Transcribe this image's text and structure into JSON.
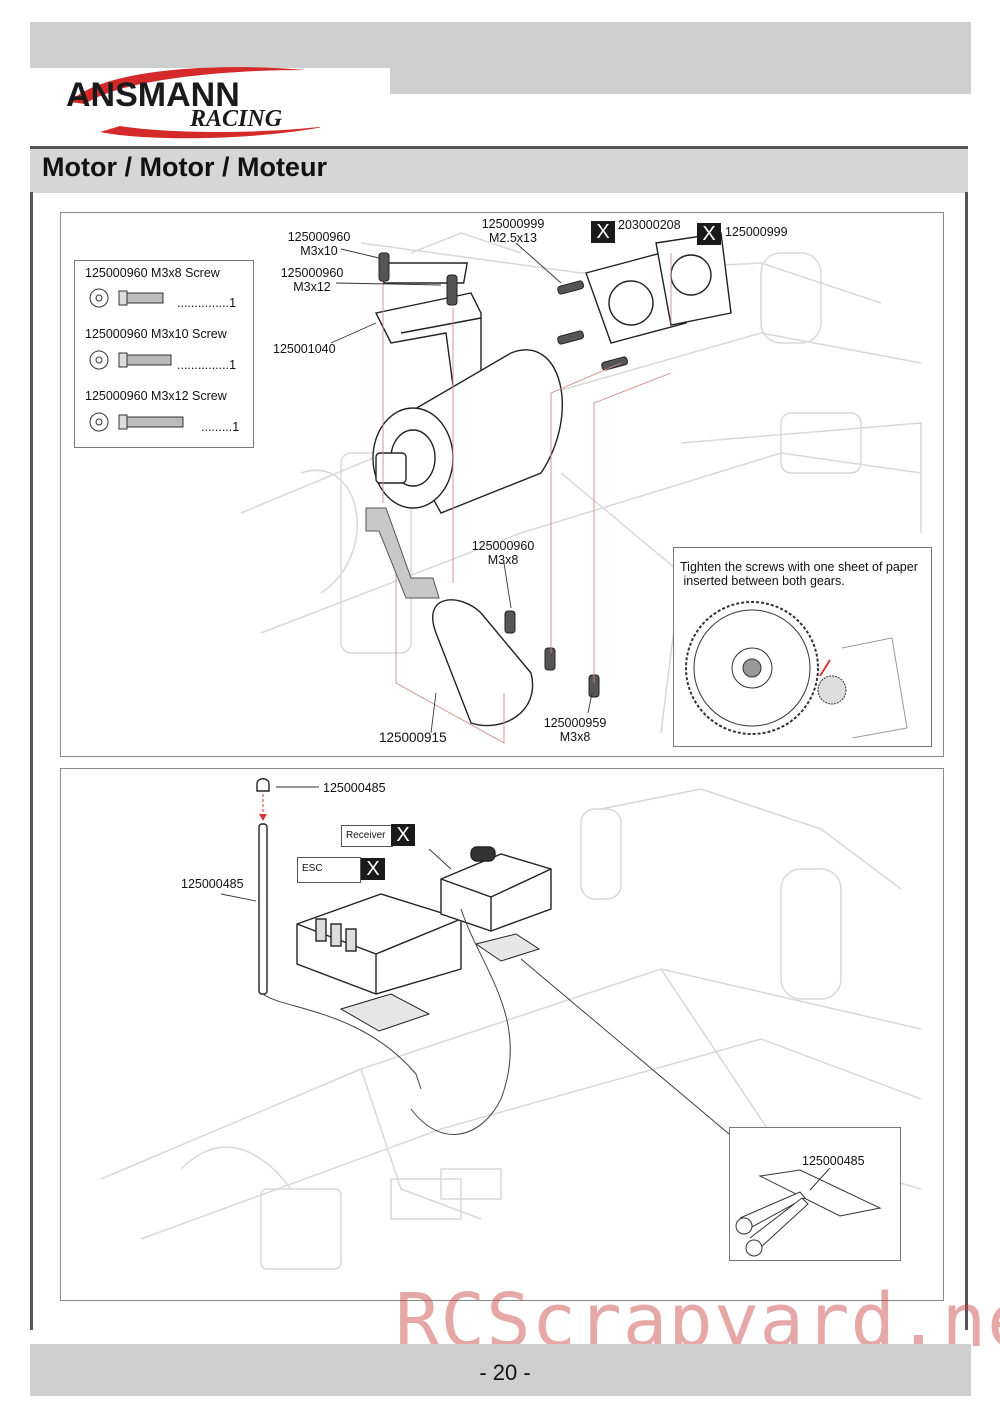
{
  "header": {
    "brand": "ANSMANN",
    "brand_sub": "RACING",
    "section_title": "Motor / Motor / Moteur"
  },
  "panel1": {
    "parts_list": [
      {
        "name": "125000960  M3x8 Screw",
        "qty": "...............1"
      },
      {
        "name": "125000960  M3x10 Screw",
        "qty": "...............1"
      },
      {
        "name": "125000960  M3x12 Screw",
        "qty": ".........1"
      }
    ],
    "callouts": {
      "c1": "125000960\nM3x10",
      "c2": "125000960\nM3x12",
      "c3": "125000999\nM2.5x13",
      "c4": "203000208",
      "c5": "125000999",
      "c6": "125001040",
      "c7": "125000960\nM3x8",
      "c8": "125000915",
      "c9": "125000959\nM3x8"
    },
    "x_mark": "X",
    "gear_note": "Tighten the screws with one sheet of paper\n inserted between both gears."
  },
  "panel2": {
    "callouts": {
      "c1": "125000485",
      "c2": "125000485",
      "c3": "125000485"
    },
    "receiver_label": "Receiver",
    "esc_label": "ESC",
    "x_mark": "X"
  },
  "footer": {
    "page_number": "- 20 -",
    "watermark": "RCScrapyard.net"
  }
}
